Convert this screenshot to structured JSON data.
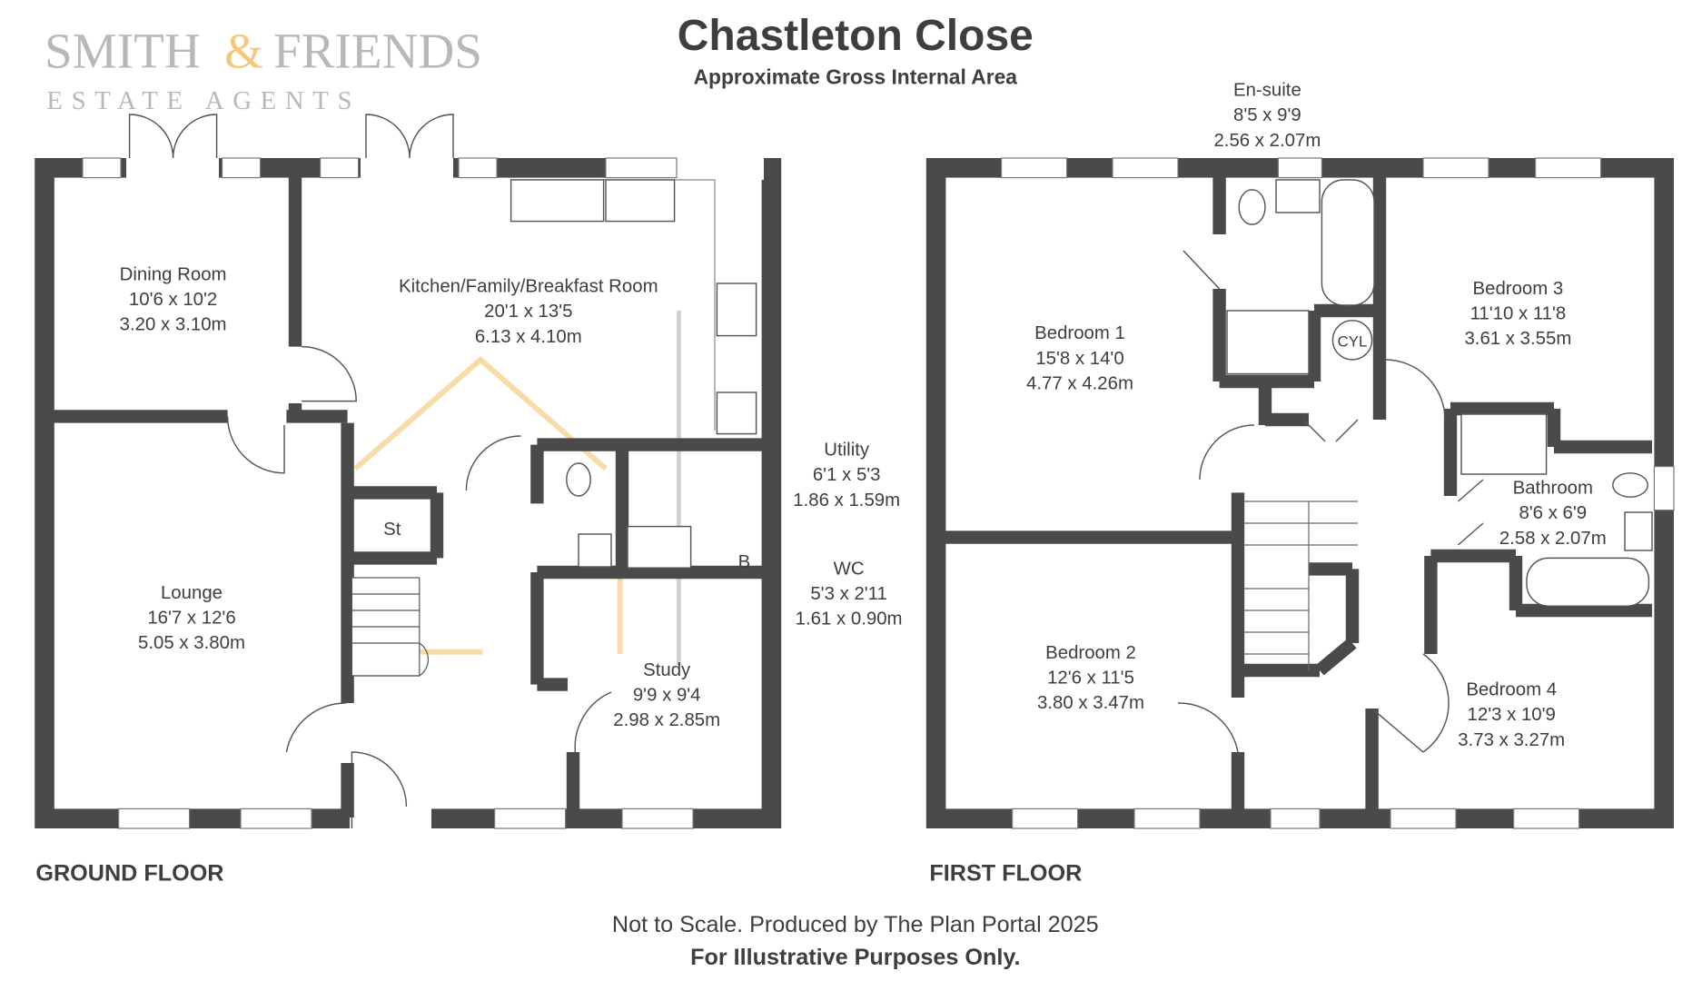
{
  "header": {
    "title": "Chastleton Close",
    "subtitle": "Approximate Gross Internal Area"
  },
  "watermark": {
    "line1": "SMITH",
    "ampersand": "&",
    "line2": "FRIENDS",
    "line3": "ESTATE AGENTS",
    "accent_color": "#f5c77a"
  },
  "ground_floor": {
    "label": "GROUND FLOOR",
    "rooms": [
      {
        "name": "Dining Room",
        "imperial": "10'6 x 10'2",
        "metric": "3.20 x 3.10m"
      },
      {
        "name": "Kitchen/Family/Breakfast Room",
        "imperial": "20'1 x 13'5",
        "metric": "6.13 x 4.10m"
      },
      {
        "name": "Utility",
        "imperial": "6'1 x 5'3",
        "metric": "1.86 x 1.59m"
      },
      {
        "name": "WC",
        "imperial": "5'3 x 2'11",
        "metric": "1.61 x 0.90m"
      },
      {
        "name": "Lounge",
        "imperial": "16'7 x 12'6",
        "metric": "5.05 x 3.80m"
      },
      {
        "name": "Study",
        "imperial": "9'9 x 9'4",
        "metric": "2.98 x 2.85m"
      }
    ],
    "store_label": "St",
    "boiler_label": "B"
  },
  "first_floor": {
    "label": "FIRST FLOOR",
    "rooms": [
      {
        "name": "En-suite",
        "imperial": "8'5 x 9'9",
        "metric": "2.56 x 2.07m"
      },
      {
        "name": "Bedroom 1",
        "imperial": "15'8 x 14'0",
        "metric": "4.77 x 4.26m"
      },
      {
        "name": "Bedroom 3",
        "imperial": "11'10 x 11'8",
        "metric": "3.61 x 3.55m"
      },
      {
        "name": "Bathroom",
        "imperial": "8'6 x 6'9",
        "metric": "2.58 x 2.07m"
      },
      {
        "name": "Bedroom 2",
        "imperial": "12'6 x 11'5",
        "metric": "3.80 x 3.47m"
      },
      {
        "name": "Bedroom 4",
        "imperial": "12'3 x 10'9",
        "metric": "3.73 x 3.27m"
      }
    ],
    "cylinder_label": "CYL"
  },
  "footer": {
    "note": "Not to Scale. Produced by The Plan Portal 2025",
    "disclaimer": "For Illustrative Purposes Only."
  }
}
